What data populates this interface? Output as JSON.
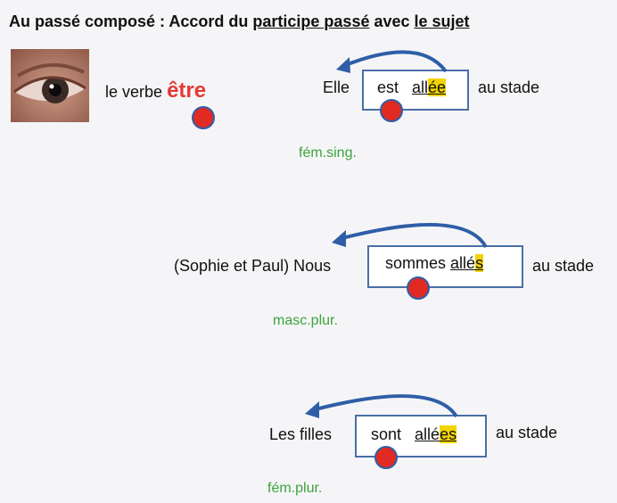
{
  "title": {
    "prefix": "Au passé composé : Accord du ",
    "underlined_1": "participe passé",
    "middle": " avec ",
    "underlined_2": "le sujet"
  },
  "eye_icon": "eye-photo",
  "verb_intro": {
    "label": "le verbe",
    "verb": "être",
    "verb_color": "#e53935"
  },
  "examples": [
    {
      "subject": "Elle",
      "auxiliary": "est",
      "participle_stem": "all",
      "participle_ending": "ée",
      "complement": "au stade",
      "agreement": "fém.sing."
    },
    {
      "subject": "(Sophie et Paul) Nous",
      "auxiliary": "sommes",
      "participle_stem": "allé",
      "participle_ending": "s",
      "complement": "au stade",
      "agreement": "masc.plur."
    },
    {
      "subject": "Les filles",
      "auxiliary": "sont",
      "participle_stem": "allé",
      "participle_ending": "es",
      "complement": "au stade",
      "agreement": "fém.plur."
    }
  ],
  "colors": {
    "highlight": "#f2d400",
    "agreement_text": "#3da33d",
    "dot": "#e02a22",
    "arrow": "#2f5ea8",
    "box_border": "#4a6fa5"
  }
}
